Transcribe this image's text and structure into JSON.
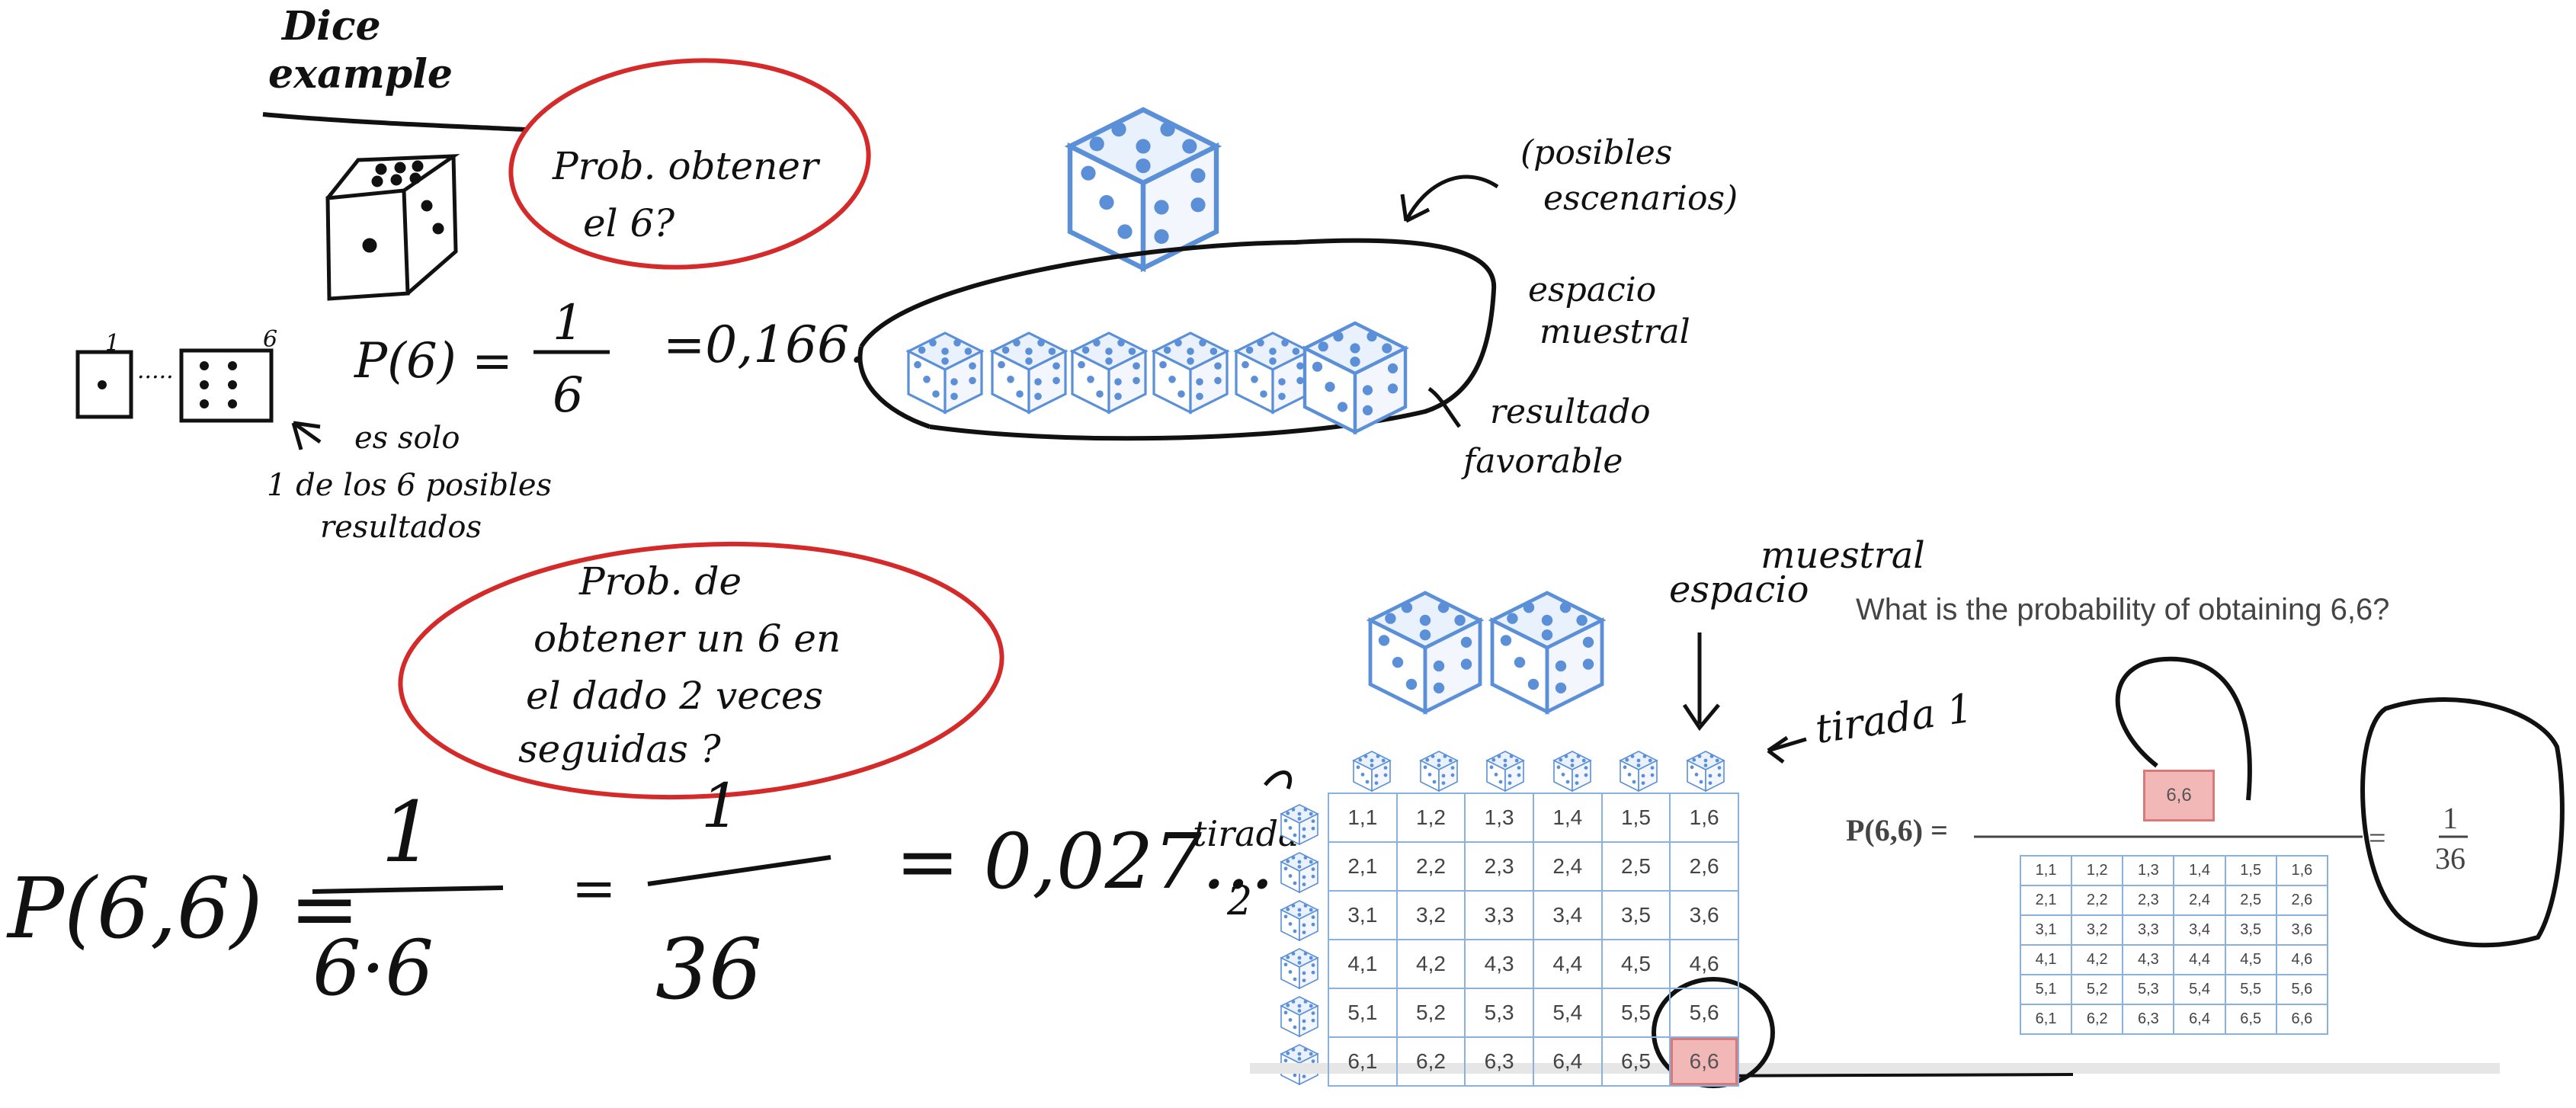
{
  "title": "Dice example",
  "notes": {
    "q1": [
      "Prob. obtener",
      "el 6?"
    ],
    "p6_lhs": "P(6) =",
    "p6_num": "1",
    "p6_den": "6",
    "p6_val": "=0,166.",
    "range_start": "1",
    "range_end": "6",
    "only_one": [
      "es solo",
      "1 de los 6 posibles",
      "resultados"
    ],
    "possible_scen": [
      "(posibles",
      "escenarios)"
    ],
    "sample_space": [
      "espacio",
      "muestral"
    ],
    "favorable": [
      "resultado",
      "favorable"
    ],
    "q2": [
      "Prob. de",
      "obtener un 6 en",
      "el dado 2 veces",
      "seguidas ?"
    ],
    "p66_lhs": "P(6,6) =",
    "p66_num1": "1",
    "p66_den1": "6·6",
    "p66_eq": "=",
    "p66_num2": "1",
    "p66_den2": "36",
    "p66_val": "= 0,027...",
    "throw1": "tirada 1",
    "throw2": [
      "tirada",
      "2"
    ],
    "sample_space2": [
      "espacio",
      "muestral"
    ]
  },
  "grid_a": {
    "rows": [
      [
        "1,1",
        "1,2",
        "1,3",
        "1,4",
        "1,5",
        "1,6"
      ],
      [
        "2,1",
        "2,2",
        "2,3",
        "2,4",
        "2,5",
        "2,6"
      ],
      [
        "3,1",
        "3,2",
        "3,3",
        "3,4",
        "3,5",
        "3,6"
      ],
      [
        "4,1",
        "4,2",
        "4,3",
        "4,4",
        "4,5",
        "4,6"
      ],
      [
        "5,1",
        "5,2",
        "5,3",
        "5,4",
        "5,5",
        "5,6"
      ],
      [
        "6,1",
        "6,2",
        "6,3",
        "6,4",
        "6,5",
        "6,6"
      ]
    ]
  },
  "grid_b": {
    "rows": [
      [
        "1,1",
        "1,2",
        "1,3",
        "1,4",
        "1,5",
        "1,6"
      ],
      [
        "2,1",
        "2,2",
        "2,3",
        "2,4",
        "2,5",
        "2,6"
      ],
      [
        "3,1",
        "3,2",
        "3,3",
        "3,4",
        "3,5",
        "3,6"
      ],
      [
        "4,1",
        "4,2",
        "4,3",
        "4,4",
        "4,5",
        "4,6"
      ],
      [
        "5,1",
        "5,2",
        "5,3",
        "5,4",
        "5,5",
        "5,6"
      ],
      [
        "6,1",
        "6,2",
        "6,3",
        "6,4",
        "6,5",
        "6,6"
      ]
    ]
  },
  "slide": {
    "question": "What is the probability of obtaining 6,6?",
    "formula_lhs": "P(6,6) =",
    "favorable_cell": "6,6",
    "result_num": "1",
    "result_den": "36",
    "result_eq": "="
  },
  "colors": {
    "ink": "#111111",
    "red_circle": "#d42a2a",
    "dice_blue": "#5b8fd8",
    "highlight": "#f2b7b7"
  }
}
